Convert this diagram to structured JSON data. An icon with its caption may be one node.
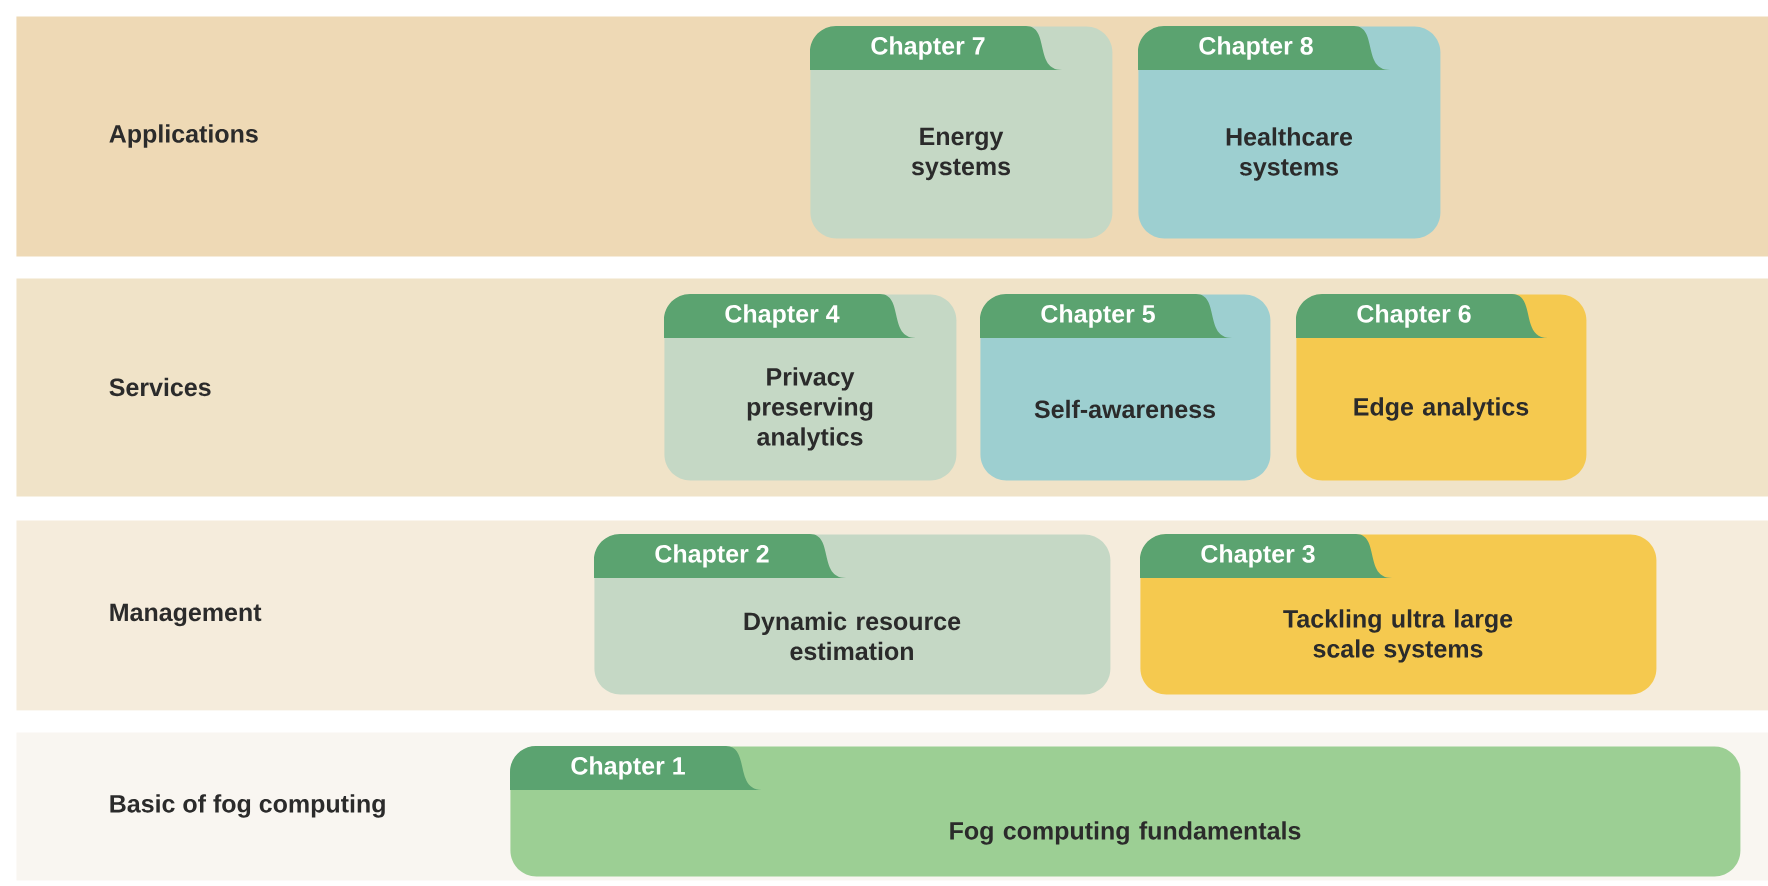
{
  "diagram": {
    "nodes": [
      {
        "text": [
          "Applications"
        ]
      },
      {
        "text": [
          "Chapter 7",
          "Energy systems"
        ],
        "in": 0
      },
      {
        "text": [
          "Chapter 8",
          "Healthcare systems"
        ],
        "in": 0
      },
      {
        "text": [
          "Services"
        ]
      },
      {
        "text": [
          "Chapter 4",
          "Privacy preserving analytics"
        ],
        "in": 3
      },
      {
        "text": [
          "Chapter 5",
          "Self-awareness"
        ],
        "in": 3
      },
      {
        "text": [
          "Chapter 6",
          "Edge analytics"
        ],
        "in": 3
      },
      {
        "text": [
          "Management"
        ]
      },
      {
        "text": [
          "Chapter 2",
          "Dynamic resource estimation"
        ],
        "in": 7
      },
      {
        "text": [
          "Chapter 3",
          "Tackling ultra large scale systems"
        ],
        "in": 7
      },
      {
        "text": [
          "Basic of fog computing"
        ]
      },
      {
        "text": [
          "Chapter 1",
          "Fog computing fundamentals"
        ],
        "in": 10
      }
    ]
  }
}
